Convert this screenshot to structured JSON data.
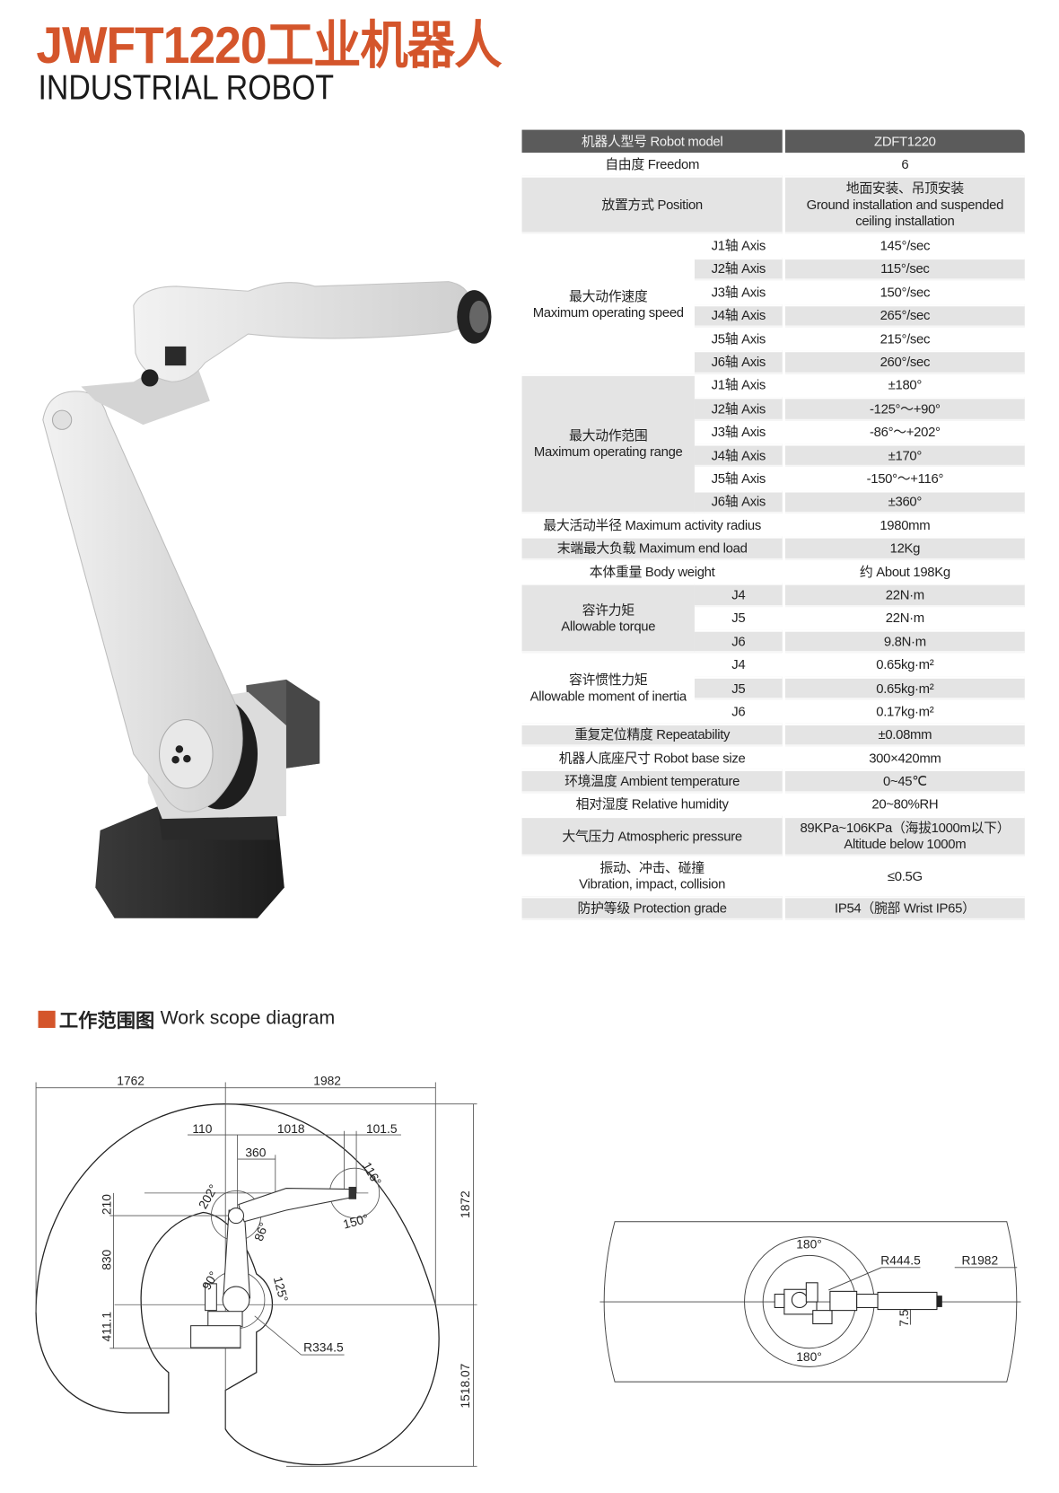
{
  "header": {
    "title": "JWFT1220工业机器人",
    "subtitle": "INDUSTRIAL ROBOT",
    "accent_color": "#d4552b"
  },
  "spec_table": {
    "header": {
      "label": "机器人型号 Robot model",
      "value": "ZDFT1220"
    },
    "rows": [
      {
        "label": [
          "自由度 Freedom"
        ],
        "value": [
          "6"
        ]
      },
      {
        "label": [
          "放置方式 Position"
        ],
        "value": [
          "地面安装、吊顶安装",
          "Ground installation and suspended",
          "ceiling installation"
        ]
      },
      {
        "label": [
          "最大动作速度",
          "Maximum operating speed"
        ],
        "items": [
          {
            "axis": "J1轴 Axis",
            "value": "145°/sec"
          },
          {
            "axis": "J2轴 Axis",
            "value": "115°/sec"
          },
          {
            "axis": "J3轴 Axis",
            "value": "150°/sec"
          },
          {
            "axis": "J4轴 Axis",
            "value": "265°/sec"
          },
          {
            "axis": "J5轴 Axis",
            "value": "215°/sec"
          },
          {
            "axis": "J6轴 Axis",
            "value": "260°/sec"
          }
        ]
      },
      {
        "label": [
          "最大动作范围",
          "Maximum operating range"
        ],
        "items": [
          {
            "axis": "J1轴 Axis",
            "value": "±180°"
          },
          {
            "axis": "J2轴 Axis",
            "value": "-125°～+90°"
          },
          {
            "axis": "J3轴 Axis",
            "value": "-86°～+202°"
          },
          {
            "axis": "J4轴 Axis",
            "value": "±170°"
          },
          {
            "axis": "J5轴 Axis",
            "value": "-150°～+116°"
          },
          {
            "axis": "J6轴 Axis",
            "value": "±360°"
          }
        ]
      },
      {
        "label": [
          "最大活动半径 Maximum activity radius"
        ],
        "value": [
          "1980mm"
        ]
      },
      {
        "label": [
          "末端最大负载 Maximum end load"
        ],
        "value": [
          "12Kg"
        ]
      },
      {
        "label": [
          "本体重量 Body weight"
        ],
        "value": [
          "约 About 198Kg"
        ]
      },
      {
        "label": [
          "容许力矩",
          "Allowable torque"
        ],
        "items": [
          {
            "axis": "J4",
            "value": "22N·m"
          },
          {
            "axis": "J5",
            "value": "22N·m"
          },
          {
            "axis": "J6",
            "value": "9.8N·m"
          }
        ]
      },
      {
        "label": [
          "容许惯性力矩",
          "Allowable moment of inertia"
        ],
        "items": [
          {
            "axis": "J4",
            "value": "0.65kg·m²"
          },
          {
            "axis": "J5",
            "value": "0.65kg·m²"
          },
          {
            "axis": "J6",
            "value": "0.17kg·m²"
          }
        ]
      },
      {
        "label": [
          "重复定位精度 Repeatability"
        ],
        "value": [
          "±0.08mm"
        ]
      },
      {
        "label": [
          "机器人底座尺寸 Robot base size"
        ],
        "value": [
          "300×420mm"
        ]
      },
      {
        "label": [
          "环境温度 Ambient temperature"
        ],
        "value": [
          "0~45℃"
        ]
      },
      {
        "label": [
          "相对湿度 Relative humidity"
        ],
        "value": [
          "20~80%RH"
        ]
      },
      {
        "label": [
          "大气压力 Atmospheric pressure"
        ],
        "value": [
          "89KPa~106KPa（海拔1000m以下）",
          "Altitude below 1000m"
        ]
      },
      {
        "label": [
          "振动、冲击、碰撞",
          "Vibration, impact, collision"
        ],
        "value": [
          "≤0.5G"
        ]
      },
      {
        "label": [
          "防护等级 Protection grade"
        ],
        "value": [
          "IP54（腕部 Wrist IP65）"
        ]
      }
    ]
  },
  "work_scope": {
    "title_cn": "工作范围图",
    "title_en": "Work scope diagram",
    "side_view": {
      "top_dims": [
        "1762",
        "1982"
      ],
      "arm_dims": [
        "110",
        "1018",
        "101.5",
        "360"
      ],
      "left_dims": [
        "210",
        "830",
        "411.1"
      ],
      "right_dims": [
        "1872",
        "1518.07"
      ],
      "angles": [
        "202°",
        "86°",
        "116°",
        "150°",
        "90°",
        "125°"
      ],
      "radius": "R334.5"
    },
    "top_view": {
      "angle_top": "180°",
      "angle_bottom": "180°",
      "inner_radius": "R444.5",
      "outer_radius": "R1982",
      "offset": "7.5"
    }
  }
}
